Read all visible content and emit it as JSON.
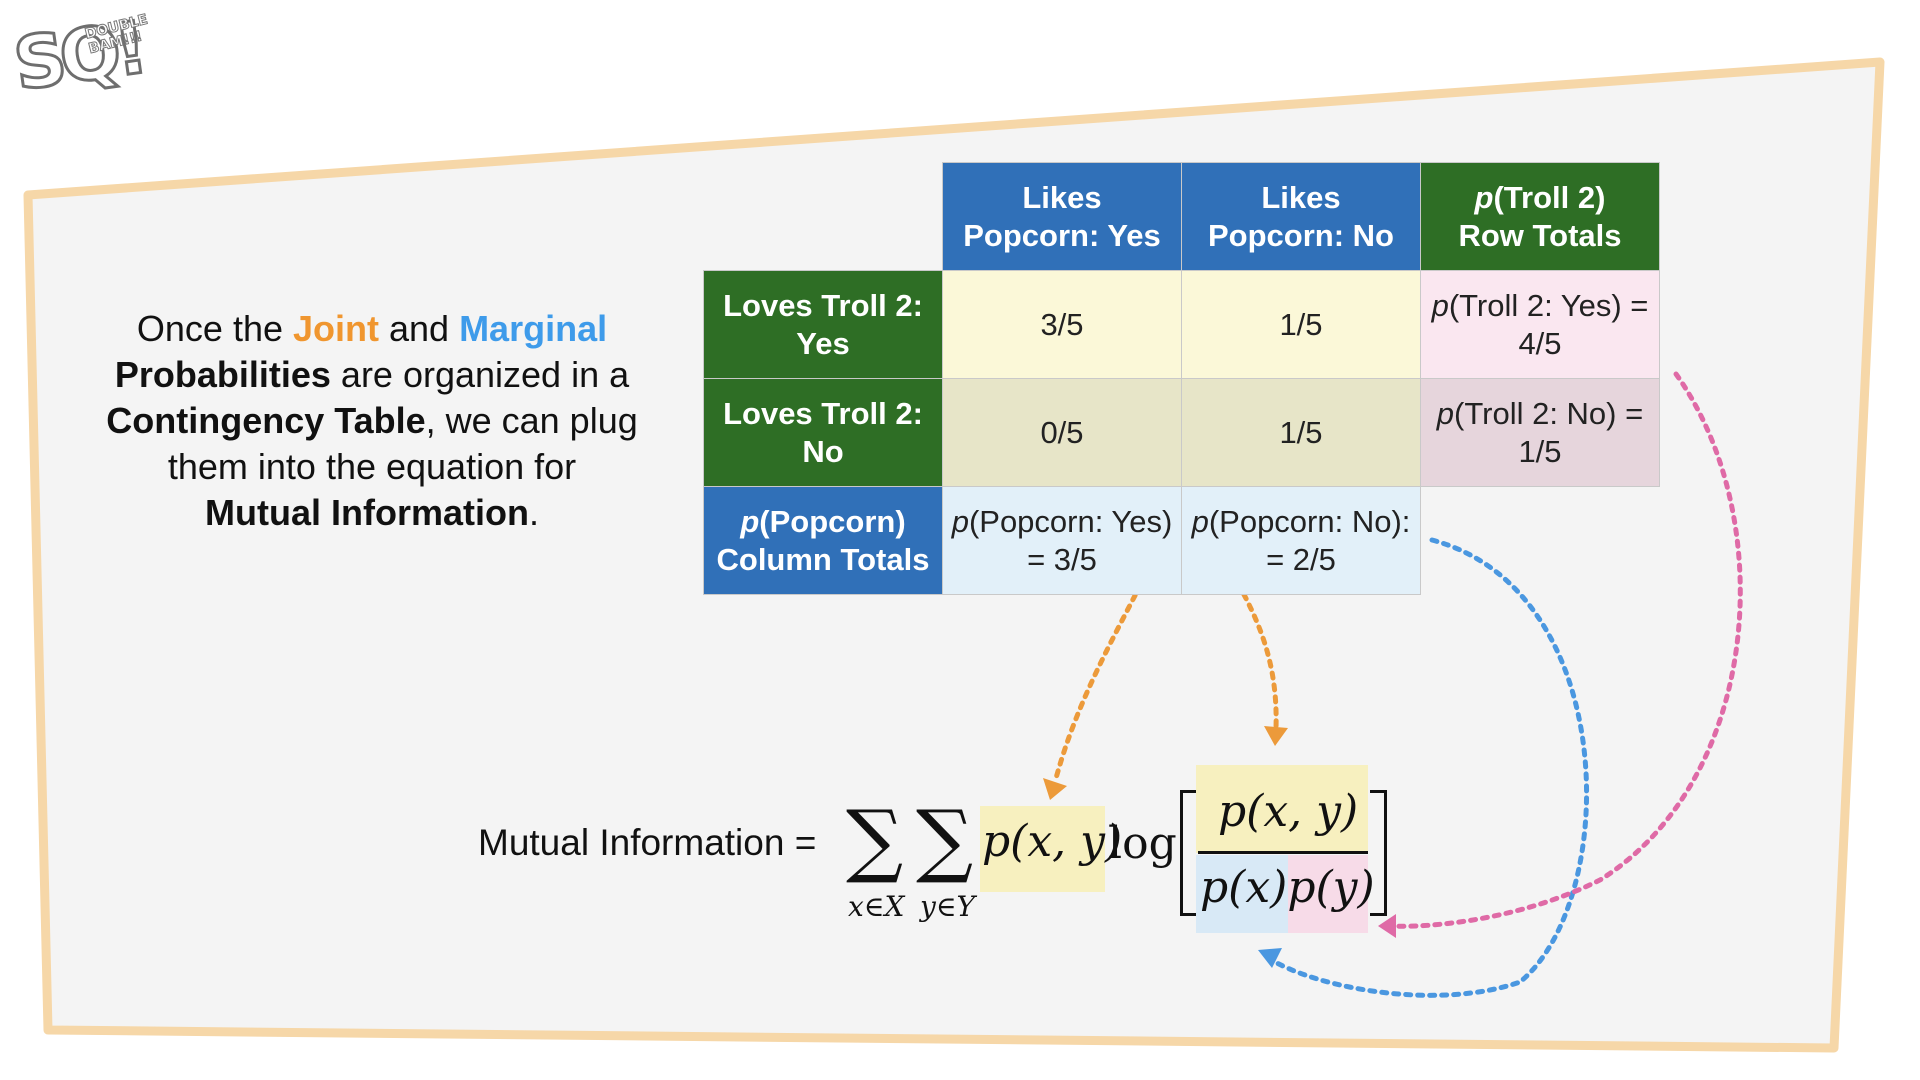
{
  "logo": {
    "letters": "SQ!",
    "tagline": "DOUBLE BAM!!!"
  },
  "intro": {
    "t1": "Once the ",
    "joint": "Joint",
    "t2": " and ",
    "marginal": "Marginal",
    "probabilities": "Probabilities",
    "t3": " are organized in a",
    "contingency": "Contingency Table",
    "t4": ", we can plug",
    "t5": "them into the equation for",
    "mutual": "Mutual Information",
    "t6": "."
  },
  "table": {
    "col_headers": {
      "popcorn_yes_1": "Likes",
      "popcorn_yes_2": "Popcorn: Yes",
      "popcorn_no_1": "Likes",
      "popcorn_no_2": "Popcorn: No",
      "row_totals_p": "p",
      "row_totals_1": "(Troll 2)",
      "row_totals_2": "Row Totals"
    },
    "rows": {
      "yes": {
        "label_1": "Loves Troll 2:",
        "label_2": "Yes",
        "popcorn_yes": "3/5",
        "popcorn_no": "1/5",
        "total_p": "p",
        "total_1": "(Troll 2: Yes) =",
        "total_2": "4/5"
      },
      "no": {
        "label_1": "Loves Troll 2:",
        "label_2": "No",
        "popcorn_yes": "0/5",
        "popcorn_no": "1/5",
        "total_p": "p",
        "total_1": "(Troll 2: No) =",
        "total_2": "1/5"
      }
    },
    "column_totals": {
      "label_p": "p",
      "label_1": "(Popcorn)",
      "label_2": "Column Totals",
      "yes_p": "p",
      "yes_1": "(Popcorn: Yes)",
      "yes_2": "= 3/5",
      "no_p": "p",
      "no_1": "(Popcorn: No):",
      "no_2": "= 2/5"
    }
  },
  "equation": {
    "label": "Mutual Information =",
    "sigma": "∑",
    "sub_x": "x∈X",
    "sub_y": "y∈Y",
    "joint": "p(x, y)",
    "log": "log",
    "numerator": "p(x, y)",
    "denominator": "p(x)p(y)"
  },
  "colors": {
    "frame": "#f6d7a8",
    "frame_fill": "#f4f4f4",
    "header_blue": "#3070b8",
    "header_green": "#2e6e25",
    "arrow_orange": "#ec9a3a",
    "arrow_blue": "#4a97e0",
    "arrow_pink": "#df6aa6"
  }
}
